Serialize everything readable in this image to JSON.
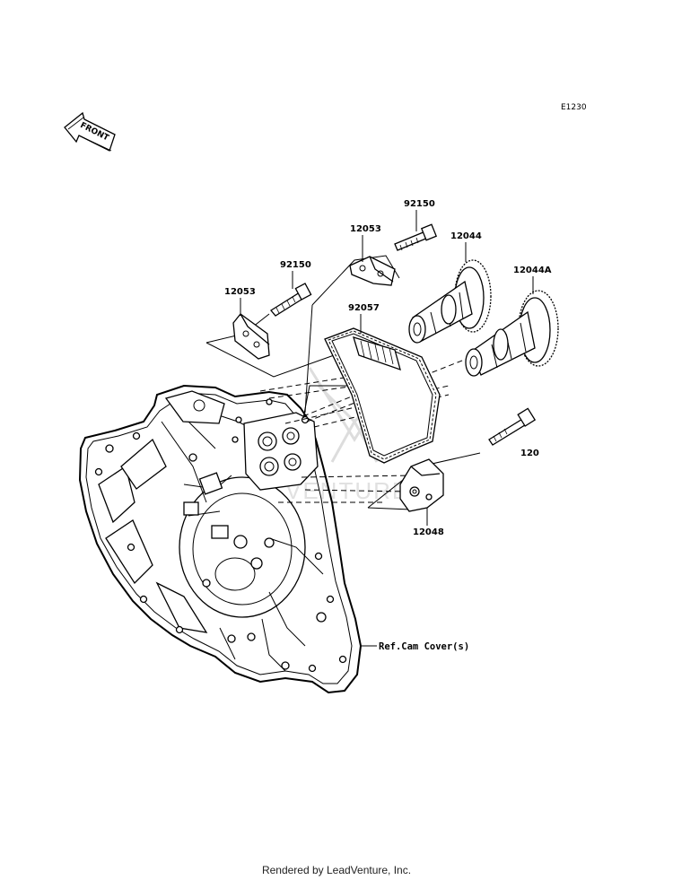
{
  "diagram_code": "E1230",
  "front_label": "FRONT",
  "parts": [
    {
      "number": "92150",
      "id": "bolt-upper"
    },
    {
      "number": "12053",
      "id": "guide-upper"
    },
    {
      "number": "92150",
      "id": "bolt-lower"
    },
    {
      "number": "12053",
      "id": "guide-lower"
    },
    {
      "number": "12044",
      "id": "camshaft"
    },
    {
      "number": "12044A",
      "id": "camshaft-a"
    },
    {
      "number": "92057",
      "id": "chain"
    },
    {
      "number": "120",
      "id": "bolt-tensioner"
    },
    {
      "number": "12048",
      "id": "tensioner"
    }
  ],
  "reference_label": "Ref.Cam Cover(s)",
  "watermark_text": "VENTURE",
  "footer": "Rendered by LeadVenture, Inc."
}
